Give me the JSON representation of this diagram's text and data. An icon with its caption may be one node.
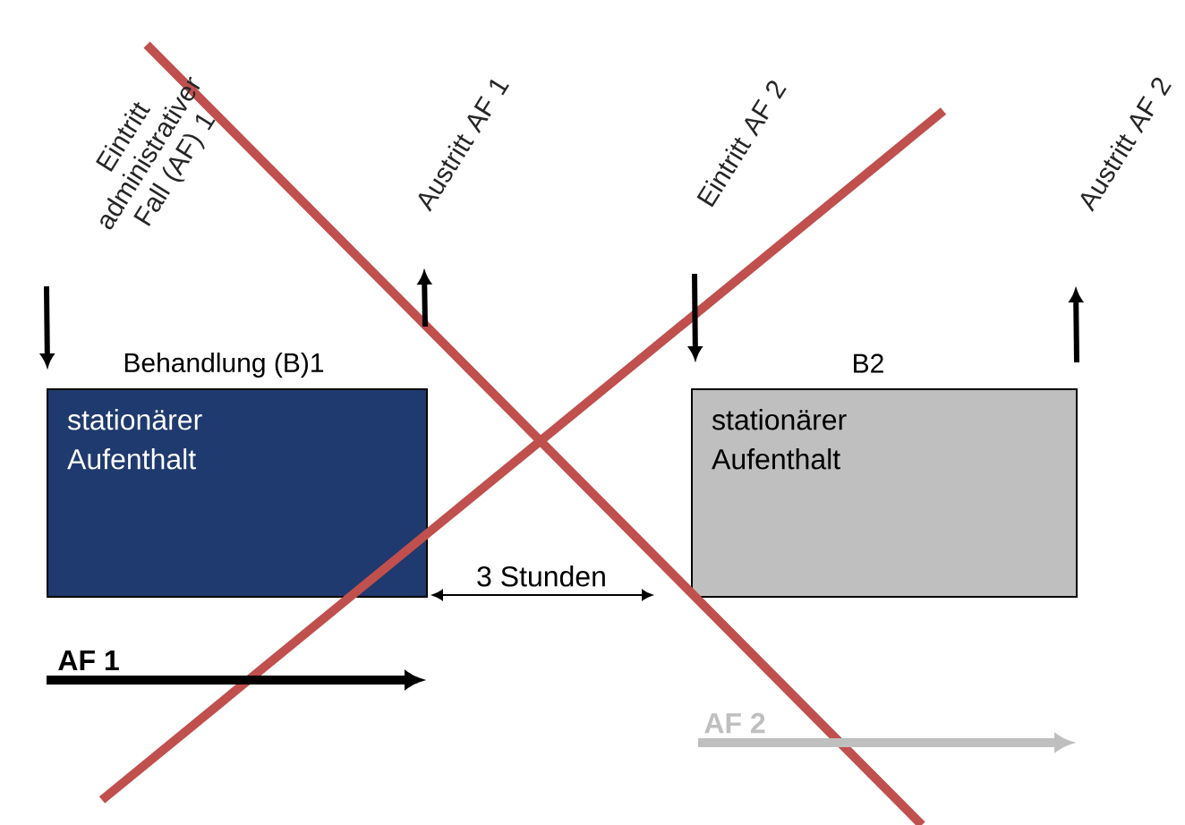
{
  "diagram": {
    "nodes": [
      {
        "text": [
          "Behandlung (B)1",
          "stationärer Aufenthalt"
        ]
      },
      {
        "text": [
          "B2",
          "stationärer Aufenthalt"
        ]
      },
      {
        "text": [
          "Eintritt administrativer Fall (AF) 1"
        ]
      },
      {
        "text": [
          "Austritt AF 1"
        ]
      },
      {
        "text": [
          "Eintritt AF 2"
        ]
      },
      {
        "text": [
          "Austritt AF 2"
        ]
      }
    ],
    "edges": [
      {
        "from": 2,
        "to": 0,
        "arrow": "to"
      },
      {
        "from": 0,
        "to": 3,
        "arrow": "to"
      },
      {
        "from": 4,
        "to": 1,
        "arrow": "to"
      },
      {
        "from": 1,
        "to": 5,
        "arrow": "to"
      },
      {
        "from": 0,
        "to": 1,
        "arrow": "both",
        "label": "3 Stunden"
      }
    ],
    "labels": [
      "AF 1",
      "AF 2"
    ]
  }
}
